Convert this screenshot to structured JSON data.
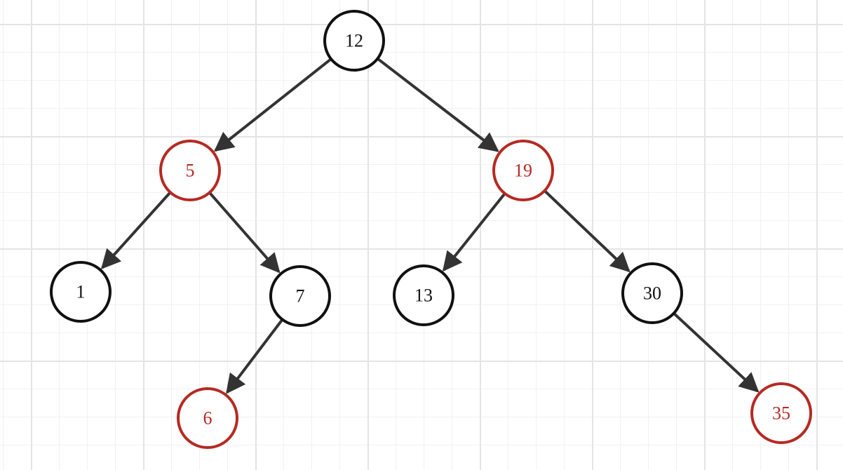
{
  "colors": {
    "black_node": "#111111",
    "red_node": "#b52a22",
    "edge": "#333333"
  },
  "nodes": [
    {
      "id": "n12",
      "label": "12",
      "color": "black"
    },
    {
      "id": "n5",
      "label": "5",
      "color": "red"
    },
    {
      "id": "n19",
      "label": "19",
      "color": "red"
    },
    {
      "id": "n1",
      "label": "1",
      "color": "black"
    },
    {
      "id": "n7",
      "label": "7",
      "color": "black"
    },
    {
      "id": "n13",
      "label": "13",
      "color": "black"
    },
    {
      "id": "n30",
      "label": "30",
      "color": "black"
    },
    {
      "id": "n6",
      "label": "6",
      "color": "red"
    },
    {
      "id": "n35",
      "label": "35",
      "color": "red"
    }
  ],
  "edges": [
    {
      "from": "n12",
      "to": "n5"
    },
    {
      "from": "n12",
      "to": "n19"
    },
    {
      "from": "n5",
      "to": "n1"
    },
    {
      "from": "n5",
      "to": "n7"
    },
    {
      "from": "n19",
      "to": "n13"
    },
    {
      "from": "n19",
      "to": "n30"
    },
    {
      "from": "n7",
      "to": "n6"
    },
    {
      "from": "n30",
      "to": "n35"
    }
  ]
}
